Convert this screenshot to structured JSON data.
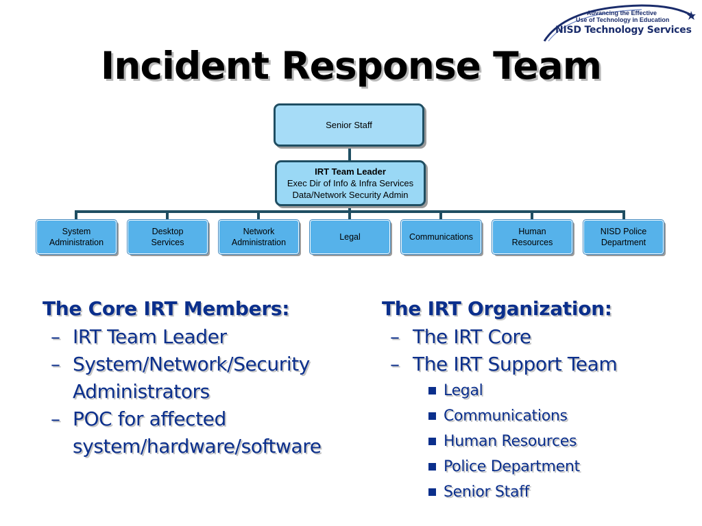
{
  "logo": {
    "tagline_line1": "Advancing the Effective",
    "tagline_line2": "Use of Technology in Education",
    "brand": "NISD Technology Services"
  },
  "title": "Incident Response Team",
  "org_chart": {
    "senior": "Senior Staff",
    "leader": {
      "title": "IRT Team Leader",
      "line2": "Exec Dir of Info & Infra Services",
      "line3": "Data/Network Security Admin"
    },
    "departments": [
      {
        "line1": "System",
        "line2": "Administration"
      },
      {
        "line1": "Desktop",
        "line2": "Services"
      },
      {
        "line1": "Network",
        "line2": "Administration"
      },
      {
        "line1": "Legal",
        "line2": ""
      },
      {
        "line1": "Communications",
        "line2": ""
      },
      {
        "line1": "Human",
        "line2": "Resources"
      },
      {
        "line1": "NISD Police",
        "line2": "Department"
      }
    ]
  },
  "left_column": {
    "heading": "The Core IRT Members:",
    "dash": "–",
    "items": [
      {
        "line1": "IRT Team Leader",
        "line2": ""
      },
      {
        "line1": "System/Network/Security",
        "line2": "Administrators"
      },
      {
        "line1": "POC for affected",
        "line2": "system/hardware/software"
      }
    ]
  },
  "right_column": {
    "heading": "The IRT Organization:",
    "dash": "–",
    "items": [
      "The IRT Core",
      "The IRT Support Team"
    ],
    "subitems": [
      "Legal",
      "Communications",
      "Human Resources",
      "Police Department",
      "Senior Staff"
    ]
  },
  "colors": {
    "text_blue": "#0b2f8c",
    "connector": "#1f4e62",
    "box_light": "#a6dcf7",
    "box_dept": "#56b2ea"
  }
}
